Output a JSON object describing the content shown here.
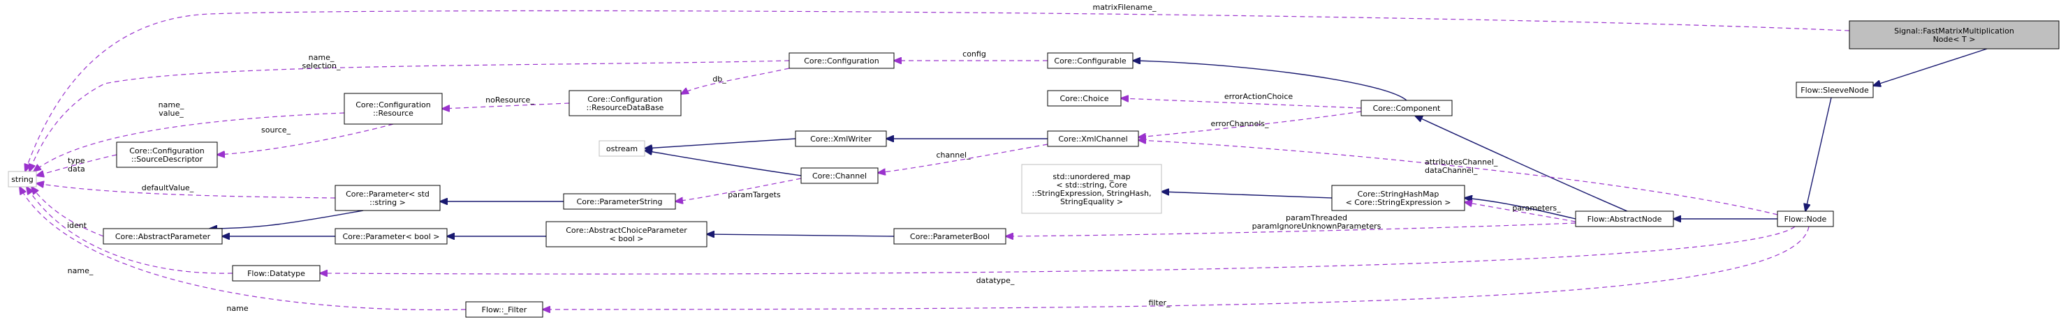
{
  "nodes": {
    "signal": [
      "Signal::FastMatrixMultiplication",
      "Node< T >"
    ],
    "sleeve": [
      "Flow::SleeveNode"
    ],
    "flownode": [
      "Flow::Node"
    ],
    "abstractnode": [
      "Flow::AbstractNode"
    ],
    "component": [
      "Core::Component"
    ],
    "configurable": [
      "Core::Configurable"
    ],
    "configuration": [
      "Core::Configuration"
    ],
    "choice": [
      "Core::Choice"
    ],
    "xmlchannel": [
      "Core::XmlChannel"
    ],
    "xmlwriter": [
      "Core::XmlWriter"
    ],
    "channel": [
      "Core::Channel"
    ],
    "ostream": [
      "ostream"
    ],
    "resdb": [
      "Core::Configuration",
      "::ResourceDataBase"
    ],
    "resource": [
      "Core::Configuration",
      "::Resource"
    ],
    "srcdesc": [
      "Core::Configuration",
      "::SourceDescriptor"
    ],
    "string": [
      "string"
    ],
    "pstring": [
      "Core::Parameter< std",
      "::string >"
    ],
    "paramstring": [
      "Core::ParameterString"
    ],
    "pbool": [
      "Core::Parameter< bool >"
    ],
    "absparam": [
      "Core::AbstractParameter"
    ],
    "abschoice": [
      "Core::AbstractChoiceParameter",
      "< bool >"
    ],
    "parambool": [
      "Core::ParameterBool"
    ],
    "unordered": [
      "std::unordered_map",
      "< std::string, Core",
      "::StringExpression, StringHash,",
      "StringEquality >"
    ],
    "strhashmap": [
      "Core::StringHashMap",
      "< Core::StringExpression >"
    ],
    "datatype": [
      "Flow::Datatype"
    ],
    "filter": [
      "Flow::_Filter"
    ]
  },
  "edge_labels": {
    "matrixFilename": [
      "matrixFilename_"
    ],
    "config": [
      "config"
    ],
    "nameSelection": [
      "name_",
      "selection_"
    ],
    "db": [
      "db_"
    ],
    "noResource": [
      "noResource_"
    ],
    "nameValue": [
      "name_",
      "value_"
    ],
    "source": [
      "source_"
    ],
    "typeData": [
      "type",
      "data"
    ],
    "errorActionChoice": [
      "errorActionChoice"
    ],
    "errorChannels": [
      "errorChannels_"
    ],
    "channel": [
      "channel_"
    ],
    "attributesChannel": [
      "attributesChannel_",
      "dataChannel_"
    ],
    "defaultValue": [
      "defaultValue_"
    ],
    "paramTargets": [
      "paramTargets"
    ],
    "ident": [
      "ident"
    ],
    "nameDatatype": [
      "name_"
    ],
    "parameters": [
      "parameters_"
    ],
    "paramThreaded": [
      "paramThreaded",
      "paramIgnoreUnknownParameters"
    ],
    "datatype": [
      "datatype_"
    ],
    "nameFilter": [
      "name"
    ],
    "filter": [
      "filter_"
    ]
  }
}
